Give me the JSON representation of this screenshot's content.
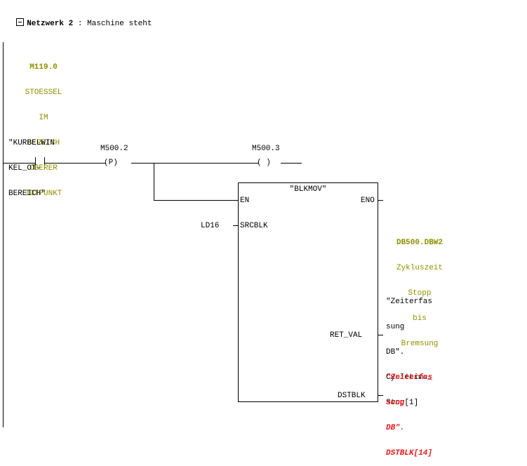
{
  "network": {
    "label": "Netzwerk",
    "number": "2",
    "separator": ":",
    "title": "Maschine steht"
  },
  "contact": {
    "address": "M119.0",
    "comment_lines": [
      "STOESSEL",
      "IM",
      "BEREICH",
      "OBERER",
      "TOTPUNKT"
    ],
    "symbol_lines": [
      "\"KURBELWIN",
      "KEL_OT-",
      "BEREICH\""
    ]
  },
  "edge_p": {
    "address": "M500.2",
    "symbol": "P"
  },
  "coil": {
    "address": "M500.3"
  },
  "block": {
    "name": "\"BLKMOV\"",
    "en": "EN",
    "eno": "ENO",
    "srcblk": "SRCBLK",
    "ret_val": "RET_VAL",
    "dstblk": "DSTBLK"
  },
  "srcblk_operand": "LD16",
  "ret_val_operand": {
    "address": "DB500.DBW2",
    "comment_lines": [
      "Zykluszeit",
      "Stopp",
      "bis",
      "Bremsung"
    ],
    "symbol_lines": [
      "\"Zeiterfas",
      "sung",
      "DB\".",
      "Cycletime_",
      "Stop[1]"
    ]
  },
  "dstblk_operand": {
    "lines": [
      "\"Zeiterfas",
      "sung",
      "DB\".",
      "DSTBLK[14]"
    ]
  },
  "colors": {
    "address": "#8f8f00",
    "error": "#e8191b",
    "wire": "#000000"
  }
}
